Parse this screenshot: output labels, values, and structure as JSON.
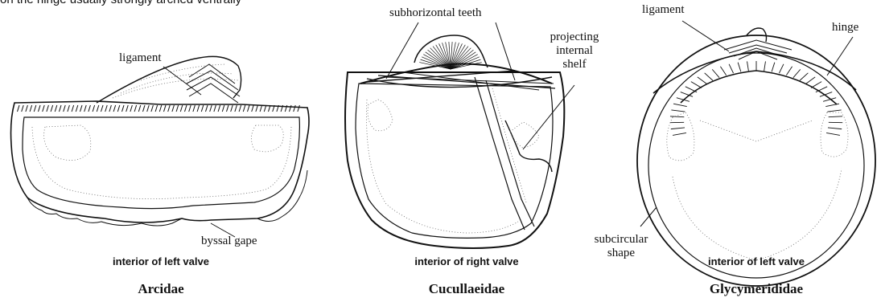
{
  "top_text": "on the hinge usually strongly arched ventrally",
  "panels": [
    {
      "family": "Arcidae",
      "view": "interior of left valve",
      "labels": {
        "ligament": "ligament",
        "byssal_gape": "byssal gape"
      }
    },
    {
      "family": "Cucullaeidae",
      "view": "interior of right valve",
      "labels": {
        "teeth": "subhorizontal teeth",
        "shelf": "projecting\ninternal\nshelf"
      }
    },
    {
      "family": "Glycymerididae",
      "view": "interior of left valve",
      "labels": {
        "ligament": "ligament",
        "hinge": "hinge",
        "shape": "subcircular\nshape"
      }
    }
  ]
}
